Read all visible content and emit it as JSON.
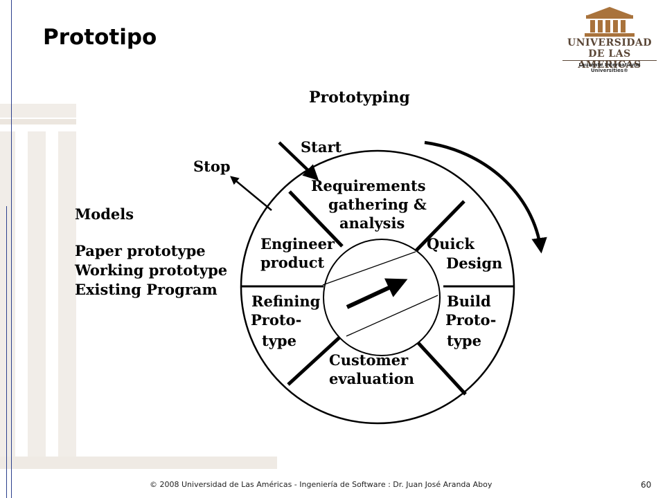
{
  "slide": {
    "title": "Prototipo",
    "page_number": "60",
    "footer": "© 2008 Universidad de  Las Américas  - Ingeniería de Software : Dr. Juan José Aranda Aboy"
  },
  "logo": {
    "line1": "UNIVERSIDAD",
    "line2": "DE LAS AMERICAS",
    "line3": "Laureate International Universities®",
    "color": "#a9733c"
  },
  "diagram": {
    "title": "Prototyping",
    "start_label": "Start",
    "stop_label": "Stop",
    "segments": {
      "requirements": [
        "Requirements",
        "gathering &",
        "analysis"
      ],
      "quick_design": [
        "Quick",
        "Design"
      ],
      "build_prototype": [
        "Build",
        "Proto-",
        "type"
      ],
      "customer_evaluation": [
        "Customer",
        "evaluation"
      ],
      "refining_prototype": [
        "Refining",
        "Proto-",
        "type"
      ],
      "engineer_product": [
        "Engineer",
        "product"
      ]
    }
  },
  "models": {
    "heading": "Models",
    "items": [
      "Paper prototype",
      "Working prototype",
      "Existing Program"
    ]
  }
}
